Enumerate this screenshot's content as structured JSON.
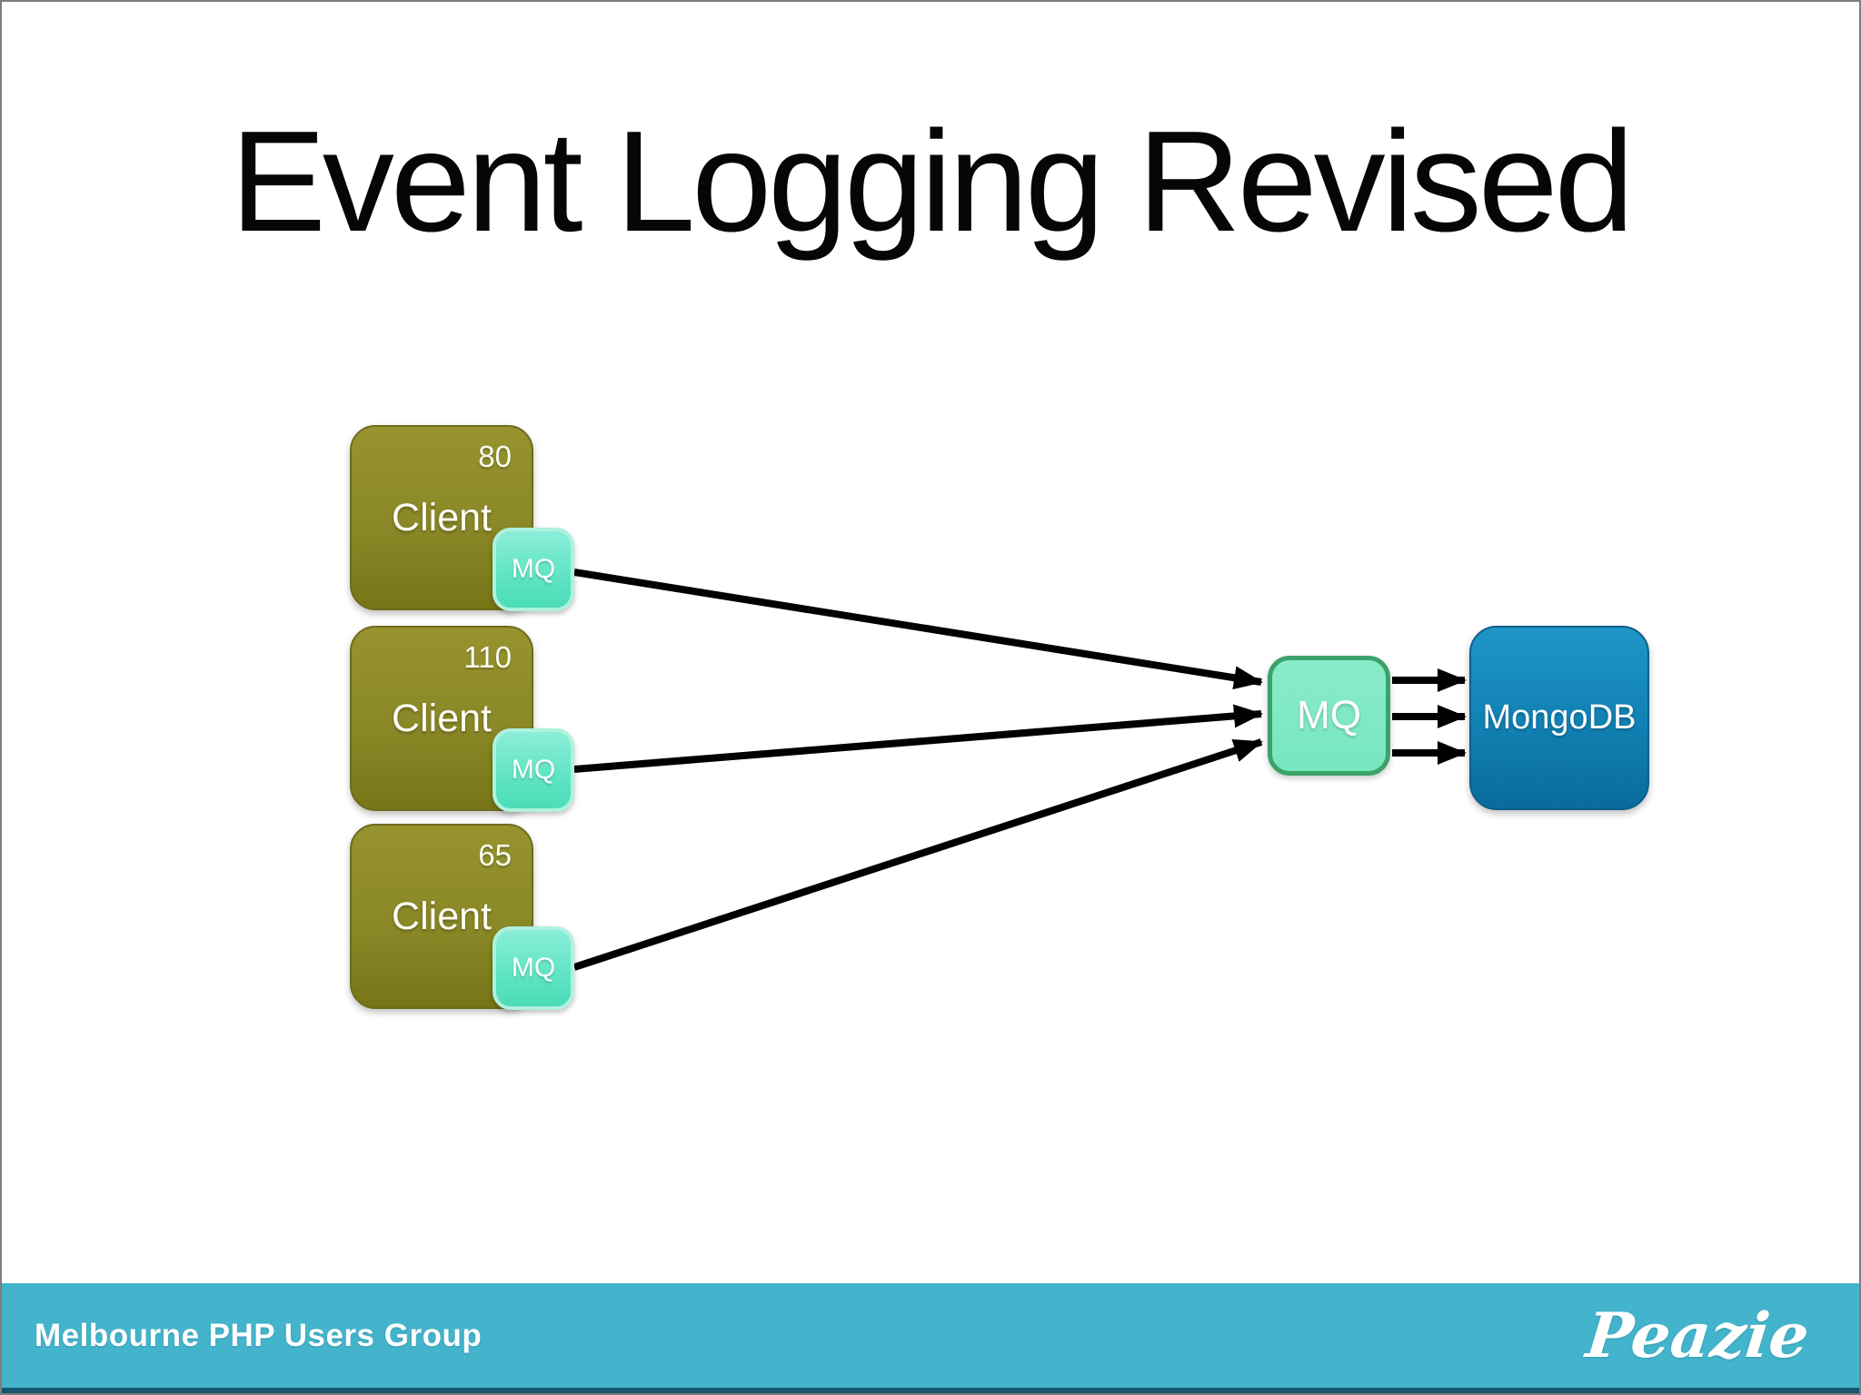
{
  "slide": {
    "title": "Event Logging Revised",
    "footer": {
      "group_name": "Melbourne PHP Users Group",
      "brand": "Peazie"
    },
    "diagram": {
      "clients": [
        {
          "label": "Client",
          "count": "80",
          "queue_label": "MQ"
        },
        {
          "label": "Client",
          "count": "110",
          "queue_label": "MQ"
        },
        {
          "label": "Client",
          "count": "65",
          "queue_label": "MQ"
        }
      ],
      "message_queue": {
        "label": "MQ"
      },
      "database": {
        "label": "MongoDB"
      }
    },
    "colors": {
      "client_box": "#8a8827",
      "client_box_border": "#6e6c1c",
      "queue_chip": "#5ee4c2",
      "queue_chip_border": "#aef1de",
      "central_queue": "#76e7bf",
      "central_queue_border": "#3ba26a",
      "database": "#1180b2",
      "footer_bar": "#43b4cc",
      "footer_bar_edge": "#17566e",
      "arrow": "#000000",
      "text_on_boxes": "#ffffff",
      "title_text": "#060606"
    }
  }
}
